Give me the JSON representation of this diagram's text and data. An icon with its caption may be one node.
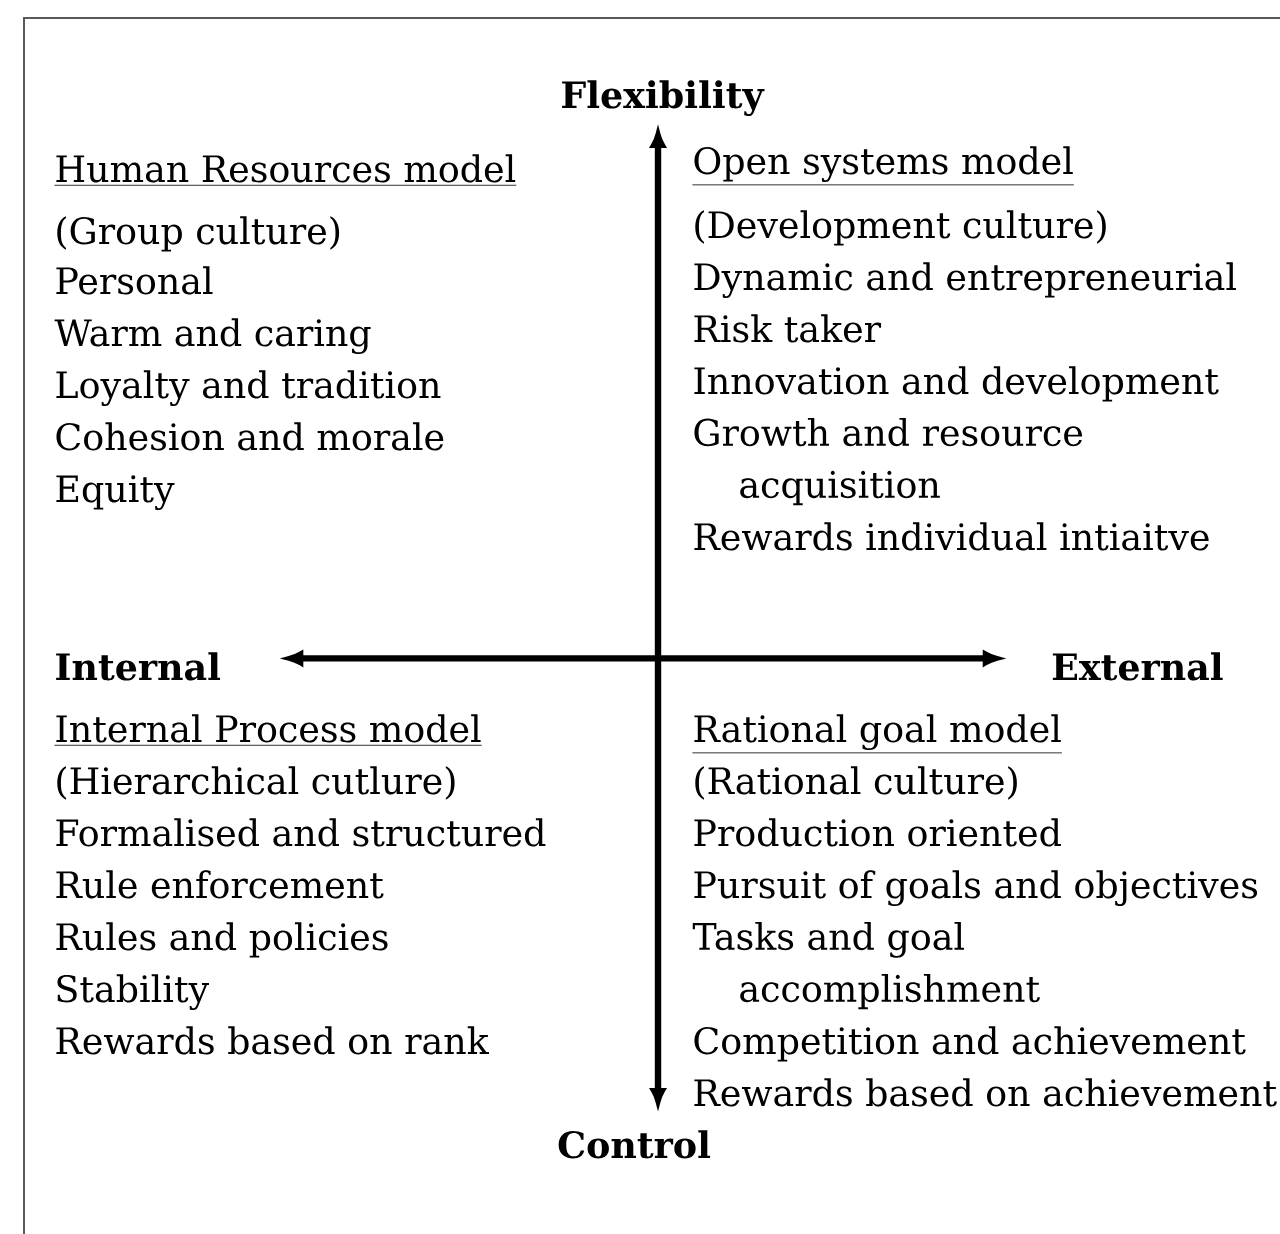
{
  "diagram": {
    "nodes": [
      {
        "text": [
          "Flexibility"
        ]
      },
      {
        "text": [
          "Internal"
        ]
      },
      {
        "text": [
          "External"
        ]
      },
      {
        "text": [
          "Control"
        ]
      }
    ],
    "edges": [
      {
        "from": 3,
        "to": 0,
        "arrow": "both"
      },
      {
        "from": 1,
        "to": 2,
        "arrow": "both"
      }
    ],
    "labels": [
      "Human Resources model",
      "(Group culture)",
      "Personal",
      "Warm and caring",
      "Loyalty and tradition",
      "Cohesion and morale",
      "Equity",
      "Open systems model",
      "(Development culture)",
      "Dynamic and entrepreneurial",
      "Risk taker",
      "Innovation and development",
      "Growth and resource acquisition",
      "Rewards individual intiaitve",
      "Internal Process model",
      "(Hierarchical cutlure)",
      "Formalised and structured",
      "Rule enforcement",
      "Rules and policies",
      "Stability",
      "Rewards based on rank",
      "Rational goal model",
      "(Rational culture)",
      "Production oriented",
      "Pursuit of goals and objectives",
      "Tasks and goal accomplishment",
      "Competition and achievement",
      "Rewards based on achievement"
    ]
  }
}
